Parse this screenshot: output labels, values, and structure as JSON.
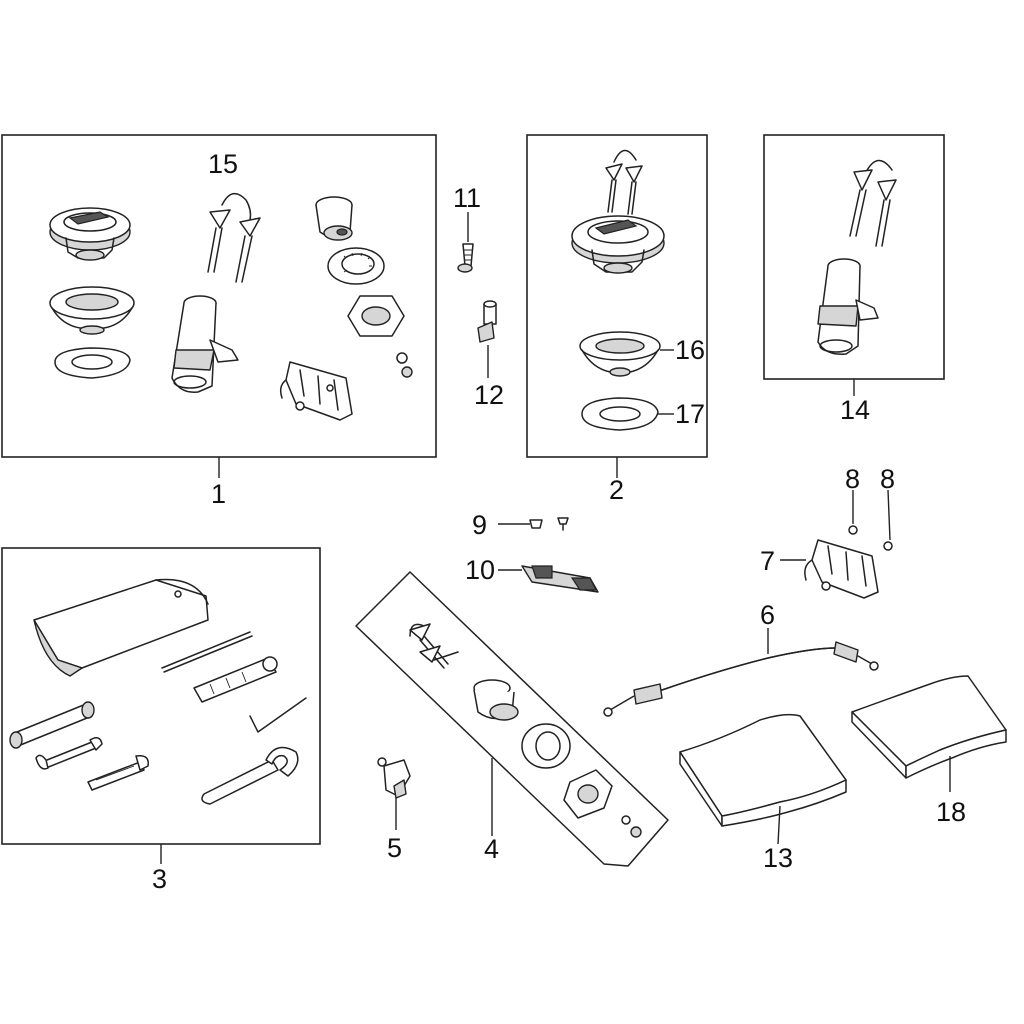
{
  "diagram": {
    "callouts": {
      "c1": "1",
      "c2": "2",
      "c3": "3",
      "c4": "4",
      "c5": "5",
      "c6": "6",
      "c7": "7",
      "c8a": "8",
      "c8b": "8",
      "c9": "9",
      "c10": "10",
      "c11": "11",
      "c12": "12",
      "c13": "13",
      "c14": "14",
      "c15": "15",
      "c16": "16",
      "c17": "17",
      "c18": "18"
    }
  }
}
